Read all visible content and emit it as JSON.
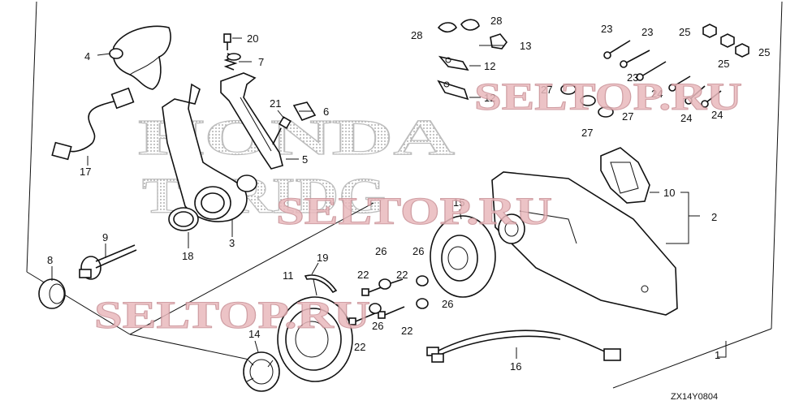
{
  "diagram_code": "ZX14Y0804",
  "callouts": {
    "c1": "1",
    "c2": "2",
    "c3": "3",
    "c4": "4",
    "c5": "5",
    "c6": "6",
    "c7": "7",
    "c8": "8",
    "c9": "9",
    "c10": "10",
    "c11": "11",
    "c12a": "12",
    "c12b": "12",
    "c13": "13",
    "c14": "14",
    "c15": "15",
    "c16": "16",
    "c17": "17",
    "c18": "18",
    "c19": "19",
    "c20": "20",
    "c21": "21",
    "c22a": "22",
    "c22b": "22",
    "c22c": "22",
    "c22d": "22",
    "c23a": "23",
    "c23b": "23",
    "c23c": "23",
    "c24a": "24",
    "c24b": "24",
    "c24c": "24",
    "c25a": "25",
    "c25b": "25",
    "c25c": "25",
    "c26a": "26",
    "c26b": "26",
    "c26c": "26",
    "c26d": "26",
    "c27a": "27",
    "c27b": "27",
    "c27c": "27",
    "c28a": "28",
    "c28b": "28"
  },
  "watermarks": {
    "w1": "SELTOP.RU",
    "w2": "SELTOP.RU",
    "w3": "SELTOP.RU",
    "logo_line1": "HONDA",
    "logo_line2": "TORIDG"
  },
  "colors": {
    "ink": "#111111",
    "watermark": "#e9b9bd",
    "logo_fill": "#bdbdbd"
  }
}
